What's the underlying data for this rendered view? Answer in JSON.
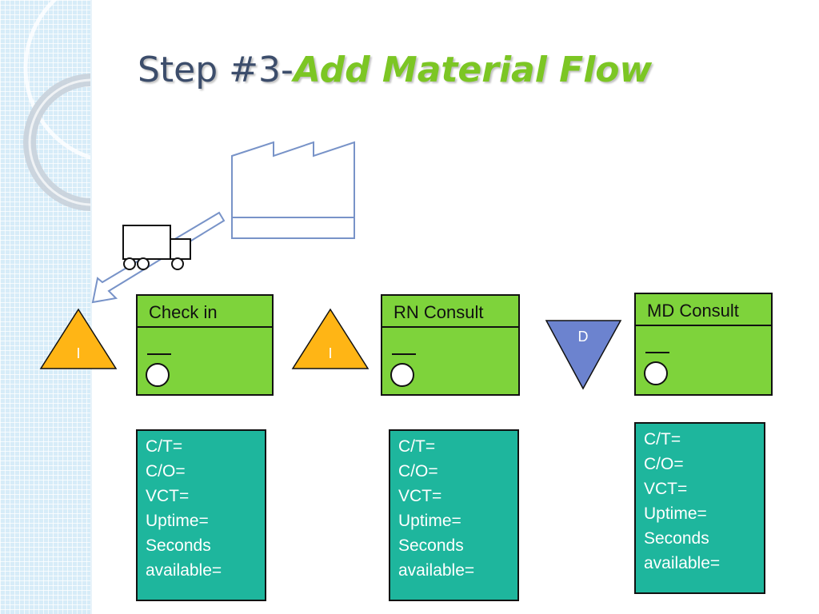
{
  "slide": {
    "title_prefix": "Step #3-",
    "title_accent": "Add Material Flow"
  },
  "processes": [
    {
      "name": "Check in"
    },
    {
      "name": "RN Consult"
    },
    {
      "name": "MD Consult"
    }
  ],
  "inventory_label": "I",
  "delay_label": "D",
  "data_boxes": [
    {
      "lines": [
        "C/T=",
        "C/O=",
        "VCT=",
        "Uptime=",
        "Seconds",
        "available="
      ]
    },
    {
      "lines": [
        "C/T=",
        "C/O=",
        "VCT=",
        "Uptime=",
        "Seconds",
        "available="
      ]
    },
    {
      "lines": [
        "C/T=",
        "C/O=",
        "VCT=",
        "Uptime=",
        "Seconds",
        "available="
      ]
    }
  ],
  "colors": {
    "process_fill": "#7ed33b",
    "data_fill": "#1eb69d",
    "inventory_fill": "#ffb515",
    "delay_fill": "#6c83cf",
    "supplier_stroke": "#7893c8"
  },
  "icons": [
    "factory-icon",
    "truck-icon",
    "shipment-arrow-icon",
    "inventory-triangle-icon",
    "delay-triangle-icon",
    "operator-icon"
  ]
}
